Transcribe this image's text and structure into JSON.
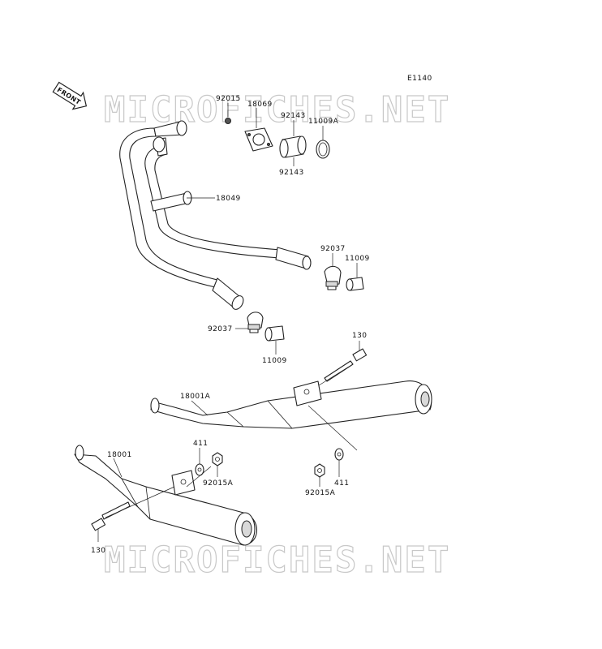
{
  "diagram": {
    "code": "E1140",
    "front_label": "FRONT",
    "watermark": "MICROFICHES.NET"
  },
  "labels": {
    "p92015": "92015",
    "p18069": "18069",
    "p92143_top": "92143",
    "p92143_bottom": "92143",
    "p11009A": "11009A",
    "p18049": "18049",
    "p92037_right": "92037",
    "p11009_right": "11009",
    "p92037_left": "92037",
    "p11009_left": "11009",
    "p130_right": "130",
    "p18001A": "18001A",
    "p411_left": "411",
    "p92015A_left": "92015A",
    "p92015A_right": "92015A",
    "p411_right": "411",
    "p18001": "18001",
    "p130_left": "130"
  }
}
